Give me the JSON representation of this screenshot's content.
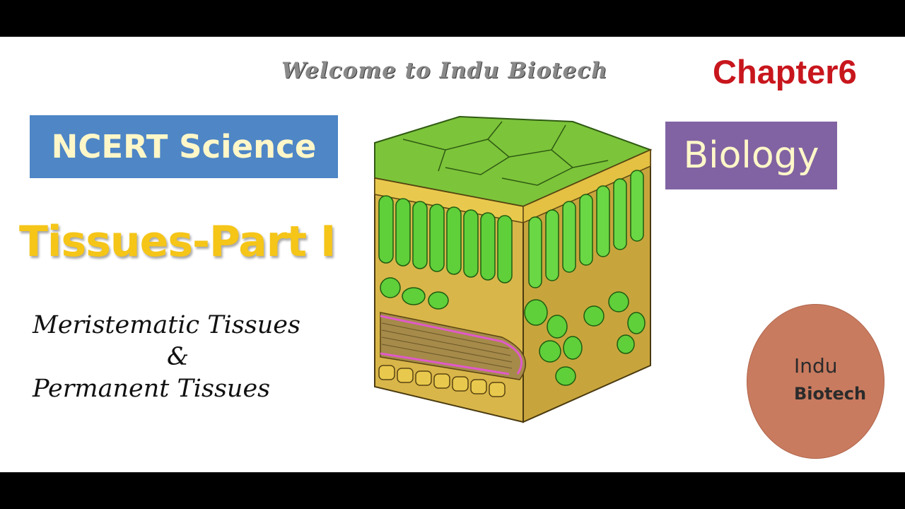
{
  "header": {
    "welcome": "Welcome to Indu Biotech",
    "chapter": "Chapter6"
  },
  "labels": {
    "course": "NCERT Science",
    "subject": "Biology",
    "topic": "Tissues-Part I"
  },
  "subtopics": {
    "line1": "Meristematic Tissues",
    "line2": "&",
    "line3": "Permanent Tissues"
  },
  "logo": {
    "line1": "Indu",
    "line2": "Biotech"
  },
  "colors": {
    "frame": "#000000",
    "chapter": "#c8161d",
    "course_box": "#4e86c6",
    "subject_box": "#8163a3",
    "topic_text": "#f5c518",
    "logo_circle": "#c97b5f"
  },
  "illustration": "leaf-cross-section"
}
